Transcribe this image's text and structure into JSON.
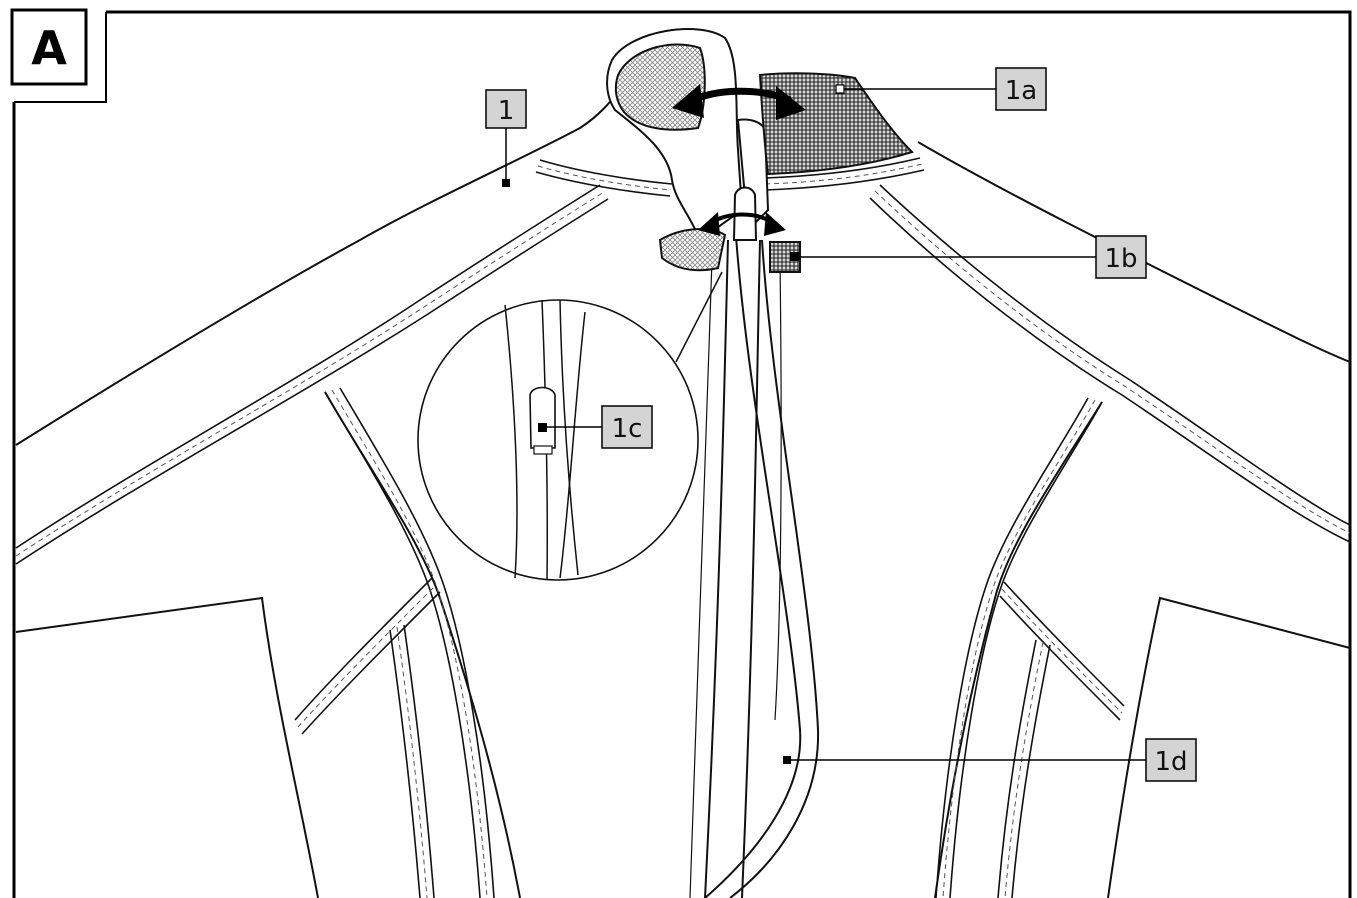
{
  "figure": {
    "panel_label": "A",
    "callouts": {
      "c1": "1",
      "c1a": "1a",
      "c1b": "1b",
      "c1c": "1c",
      "c1d": "1d"
    }
  }
}
